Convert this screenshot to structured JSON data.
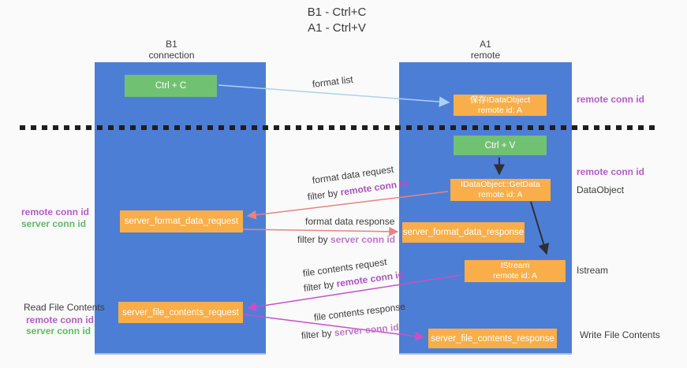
{
  "title": {
    "line1": "B1 - Ctrl+C",
    "line2": "A1 - Ctrl+V"
  },
  "lanes": {
    "left": {
      "name": "B1",
      "subtitle": "connection"
    },
    "right": {
      "name": "A1",
      "subtitle": "remote"
    }
  },
  "boxes": {
    "ctrl_c": {
      "label": "Ctrl + C"
    },
    "ctrl_v": {
      "label": "Ctrl + V"
    },
    "save_idataobject": {
      "line1": "保存IDataObject",
      "line2": "remote id: A"
    },
    "getdata": {
      "line1": "IDataObject::GetData",
      "line2": "remote id: A"
    },
    "istream": {
      "line1": "IStream",
      "line2": "remote id: A"
    },
    "server_format_data_request": {
      "label": "server_format_data_request"
    },
    "server_format_data_response": {
      "label": "server_format_data_response"
    },
    "server_file_contents_request": {
      "label": "server_file_contents_request"
    },
    "server_file_contents_response": {
      "label": "server_file_contents_response"
    }
  },
  "flow_labels": {
    "format_list": "format list",
    "format_data_request": "format data request",
    "format_data_request_filter": {
      "prefix": "filter by ",
      "highlight": "remote conn id"
    },
    "format_data_response": "format data response",
    "format_data_response_filter": {
      "prefix": "filter by ",
      "highlight": "server conn id"
    },
    "file_contents_request": "file contents request",
    "file_contents_request_filter": {
      "prefix": "filter by ",
      "highlight": "remote conn id"
    },
    "file_contents_response": "file contents response",
    "file_contents_response_filter": {
      "prefix": "filter by ",
      "highlight": "server conn id"
    }
  },
  "side_labels": {
    "right_remote_conn_id_top": "remote conn id",
    "right_remote_conn_id": "remote conn id",
    "right_dataobject": "DataObject",
    "right_istream": "Istream",
    "right_write_file_contents": "Write File Contents",
    "left_remote_conn_id_mid": "remote conn id",
    "left_server_conn_id_mid": "server conn id",
    "left_read_file_contents": "Read File Contents",
    "left_remote_conn_id_bottom": "remote conn id",
    "left_server_conn_id_bottom": "server conn id"
  },
  "colors": {
    "background": "#fafafa",
    "lane_blue": "#4d7ed5",
    "box_orange": "#f9ae49",
    "box_green": "#71c173",
    "purple_text": "#ae52c2",
    "light_purple_text": "#c573d0",
    "green_text": "#5fbb63",
    "request_arrow_red": "#e88383",
    "contents_arrow_magenta": "#c94fc9",
    "format_list_arrow_blue": "#a9d2f2",
    "black_arrow": "#2f2f2f"
  }
}
